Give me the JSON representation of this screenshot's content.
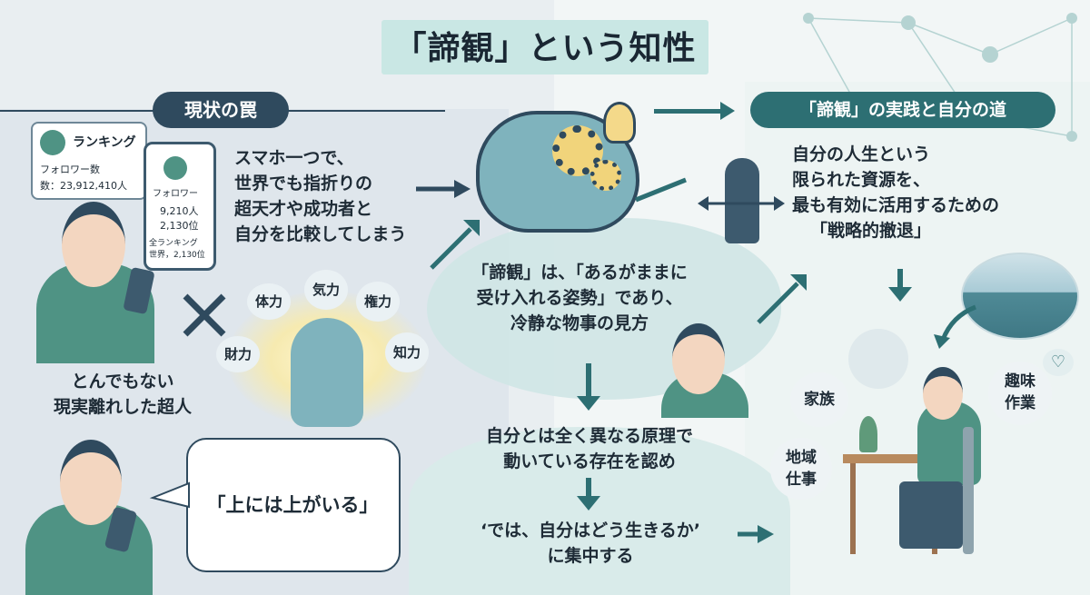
{
  "title": "「諦観」という知性",
  "left_header": "現状の罠",
  "right_header": "「諦観」の実践と自分の道",
  "ranking_card": {
    "title": "ランキング",
    "followers_label": "フォロワー数",
    "followers_value": "数：23,912,410人"
  },
  "phone_card": {
    "title": "フォロワー",
    "stat1": "9,210人",
    "stat2": "2,130位",
    "rank_label": "全ランキング",
    "rank_value": "世界，2,130位"
  },
  "compare_text": [
    "スマホ一つで、",
    "世界でも指折りの",
    "超天才や成功者と",
    "自分を比較してしまう"
  ],
  "superman_labels": [
    "体力",
    "気力",
    "権力",
    "財力",
    "知力"
  ],
  "superman_caption": [
    "とんでもない",
    "現実離れした超人"
  ],
  "speech_quote": "「上には上がいる」",
  "teikan_def": [
    "「諦観」は、「あるがままに",
    "受け入れる姿勢」であり、",
    "冷静な物事の見方"
  ],
  "accept_text": [
    "自分とは全く異なる原理で",
    "動いている存在を認め"
  ],
  "focus_text": [
    "‘では、自分はどう生きるか’",
    "に集中する"
  ],
  "strategy_text": [
    "自分の人生という",
    "限られた資源を、",
    "最も有効に活用するための",
    "「戦略的撤退」"
  ],
  "life_labels": {
    "family": "家族",
    "hobby": [
      "趣味",
      "作業"
    ],
    "community": [
      "地域",
      "仕事"
    ]
  },
  "colors": {
    "navy": "#2f4a5e",
    "teal": "#2d6f73",
    "light_teal": "#c9e7e4",
    "shirt": "#4f9384"
  }
}
